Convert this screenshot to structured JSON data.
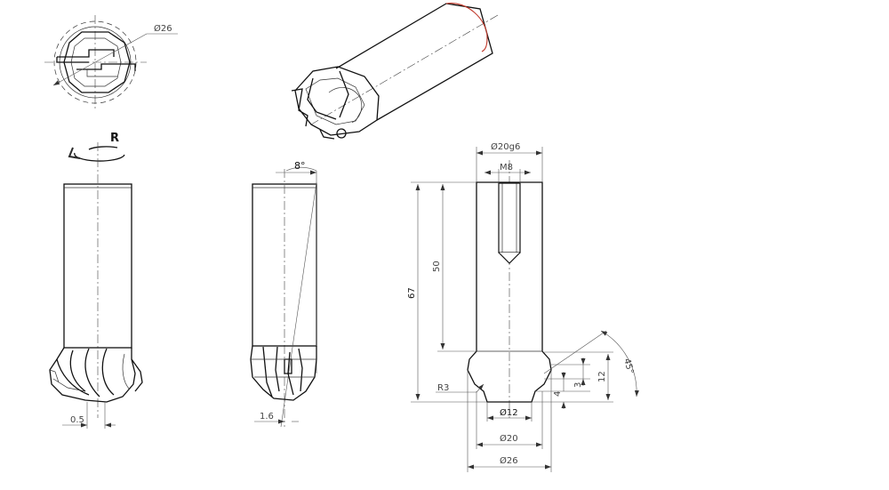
{
  "labels": {
    "rotation": "R",
    "angle_8": "8°",
    "dim_d26_top": "Ø26",
    "dim_0_5": "0.5",
    "dim_1_6": "1.6",
    "dim_d20g6": "Ø20g6",
    "dim_m8": "M8",
    "dim_67": "67",
    "dim_50": "50",
    "dim_45": "45°",
    "dim_12": "12",
    "dim_3": "3",
    "dim_4": "4",
    "dim_r3": "R3",
    "dim_d12": "Ø12",
    "dim_d20": "Ø20",
    "dim_d26": "Ø26"
  },
  "colors": {
    "line": "#111111",
    "dimension": "#555555",
    "accent_arrow": "#2a2a2a",
    "iso_edge": "#c0392b"
  }
}
